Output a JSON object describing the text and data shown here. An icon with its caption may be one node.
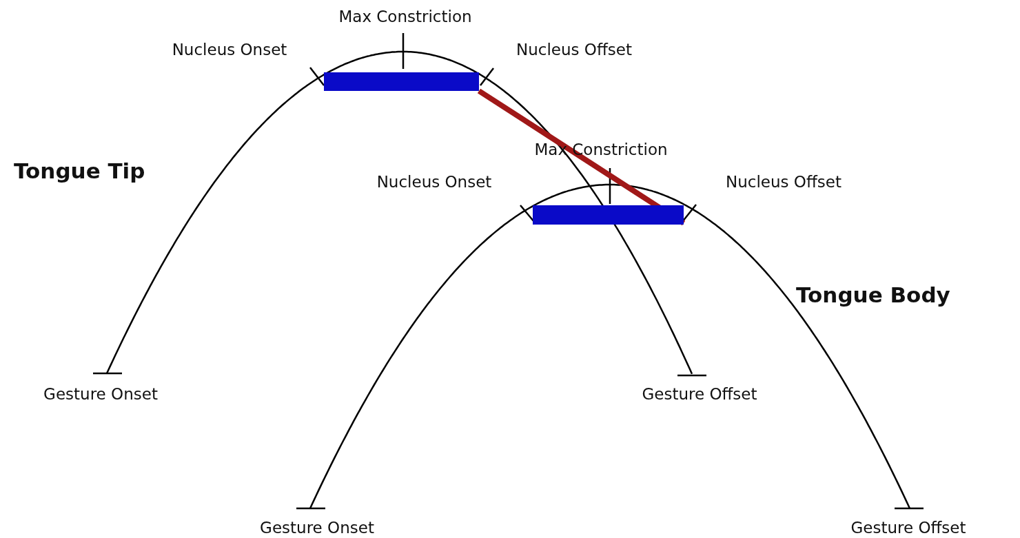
{
  "diagram": {
    "nodes": [
      {
        "text": [],
        "shape": "bar"
      },
      {
        "text": [],
        "shape": "bar"
      }
    ],
    "edges": [
      {
        "from": 0,
        "to": 1,
        "arrow": "none",
        "color": "#a01818"
      }
    ],
    "labels": [
      "Max Constriction",
      "Nucleus Onset",
      "Nucleus Offset",
      "Max Constriction",
      "Tongue Tip",
      "Nucleus Onset",
      "Nucleus Offset",
      "Tongue Body",
      "Gesture Onset",
      "Gesture Offset",
      "Gesture Onset",
      "Gesture Offset"
    ]
  }
}
